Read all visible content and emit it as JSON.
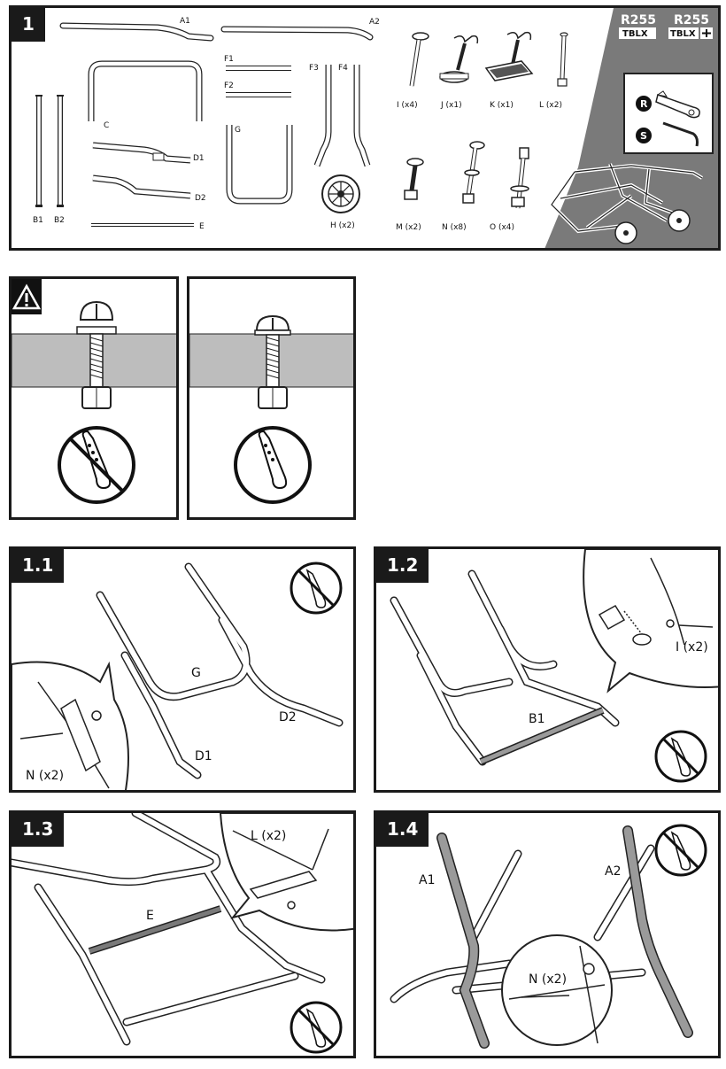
{
  "panel1": {
    "step": "1",
    "models": [
      {
        "name": "R255",
        "variant": "TBLX"
      },
      {
        "name": "R255",
        "variant": "TBLX"
      }
    ],
    "parts": {
      "A1": "A1",
      "A2": "A2",
      "B1": "B1",
      "B2": "B2",
      "C": "C",
      "D1": "D1",
      "D2": "D2",
      "E": "E",
      "F1": "F1",
      "F2": "F2",
      "F3": "F3",
      "F4": "F4",
      "G": "G",
      "H": "H (x2)",
      "I": "I (x4)",
      "J": "J (x1)",
      "K": "K (x1)",
      "L": "L (x2)",
      "M": "M (x2)",
      "N": "N (x8)",
      "O": "O (x4)",
      "R": "R",
      "S": "S"
    }
  },
  "steps": {
    "s11": {
      "step": "1.1",
      "G": "G",
      "D2": "D2",
      "D1": "D1",
      "callout": "N (x2)"
    },
    "s12": {
      "step": "1.2",
      "B1": "B1",
      "callout": "I (x2)"
    },
    "s13": {
      "step": "1.3",
      "E": "E",
      "callout": "L (x2)"
    },
    "s14": {
      "step": "1.4",
      "A1": "A1",
      "A2": "A2",
      "callout": "N (x2)"
    }
  }
}
